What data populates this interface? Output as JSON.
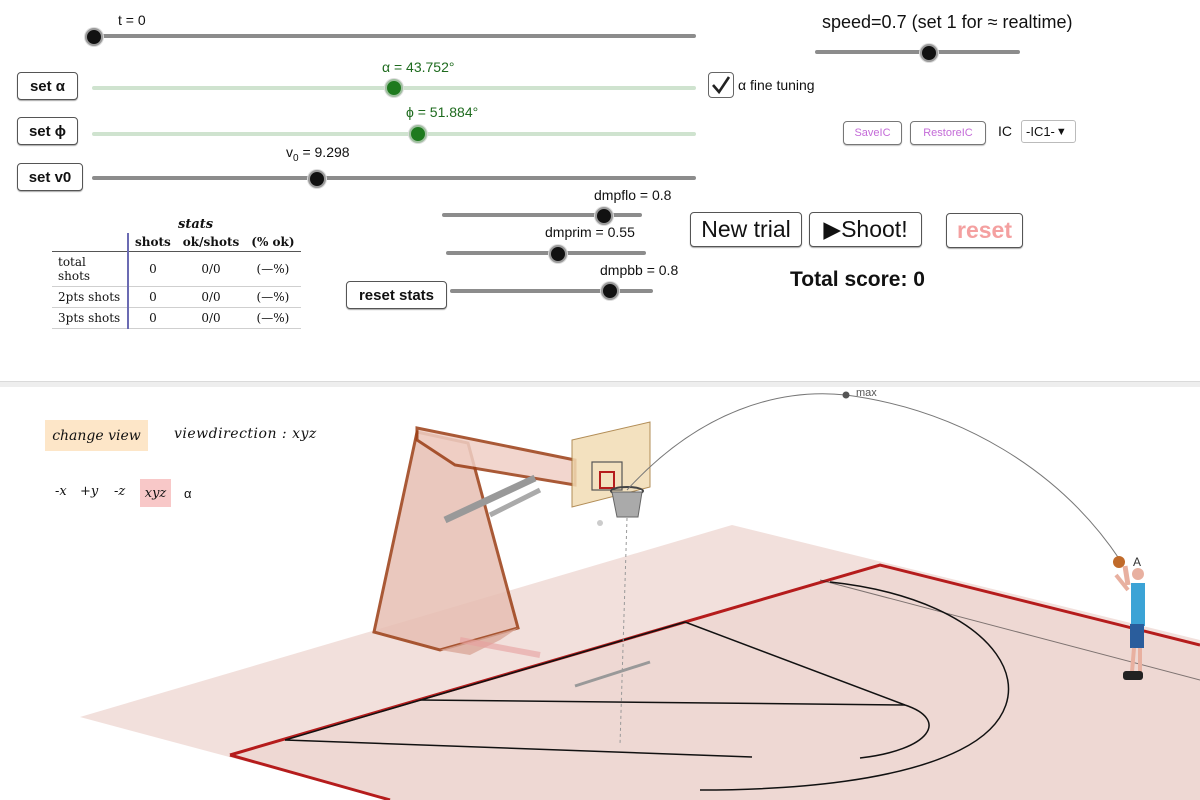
{
  "sliders": {
    "t_label": "t = 0",
    "speed_label": "speed=0.7 (set 1 for ≈ realtime)",
    "alpha_label": "α = 43.752°",
    "phi_label": "ϕ = 51.884°",
    "v0_label_main": "v",
    "v0_label_sub": "0",
    "v0_label_value": " = 9.298",
    "dmpflo_label": "dmpflo = 0.8",
    "dmprim_label": "dmprim = 0.55",
    "dmpbb_label": "dmpbb = 0.8",
    "t_value": 0,
    "speed_value": 0.7,
    "alpha_value": 43.752,
    "phi_value": 51.884,
    "v0_value": 9.298,
    "dmpflo_value": 0.8,
    "dmprim_value": 0.55,
    "dmpbb_value": 0.8
  },
  "buttons": {
    "set_alpha": "set  α",
    "set_phi": "set  ϕ",
    "set_v0": "set v0",
    "reset_stats": "reset stats",
    "new_trial": "New trial",
    "shoot": "▶Shoot!",
    "reset": "reset",
    "save_ic": "SaveIC",
    "restore_ic": "RestoreIC"
  },
  "fine_tuning": {
    "label": "α fine tuning",
    "checked": true
  },
  "ic": {
    "label": "IC",
    "selected": "-IC1-"
  },
  "score": "Total score: 0",
  "stats": {
    "title": "stats",
    "headers": [
      "",
      "shots",
      "ok/shots",
      "(% ok)"
    ],
    "rows": [
      [
        "total shots",
        "0",
        "0/0",
        "(—%)"
      ],
      [
        "2pts shots",
        "0",
        "0/0",
        "(—%)"
      ],
      [
        "3pts shots",
        "0",
        "0/0",
        "(—%)"
      ]
    ]
  },
  "view": {
    "change_view": "change view",
    "view_direction": "viewdirection : xyz",
    "options": [
      "-x",
      "+y",
      "-z",
      "xyz",
      "α"
    ],
    "active": "xyz"
  },
  "scene": {
    "max_label": "max",
    "player_label": "A"
  },
  "colors": {
    "accent_red": "#f4a0a0",
    "court_line": "#b51c1c",
    "active_view_bg": "#f8c8c8",
    "change_view_bg": "#fde6c8",
    "alpha_green": "#1e7a1e",
    "ic_button_text": "#c46bd8"
  }
}
